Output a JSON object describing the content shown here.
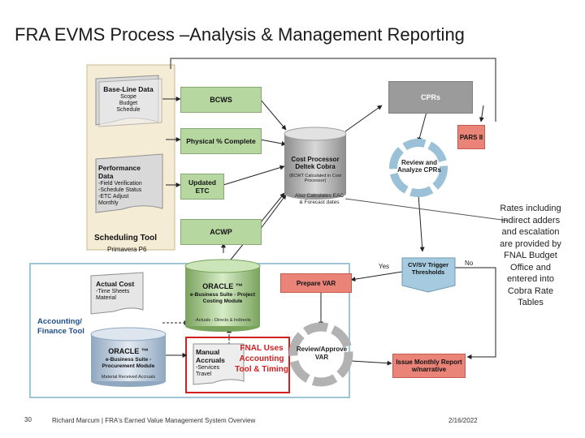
{
  "title": "FRA EVMS Process –Analysis & Management Reporting",
  "scheduling": {
    "baseline": {
      "title": "Base-Line Data",
      "items": [
        "Scope",
        "Budget",
        "Schedule"
      ]
    },
    "performance": {
      "title": "Performance Data",
      "items": [
        "-Field Verification",
        "-Schedule Status",
        "-ETC Adjust",
        "Monthly"
      ]
    },
    "tool_label": "Scheduling Tool",
    "tool_sub": "Primavera P6"
  },
  "boxes": {
    "bcws": "BCWS",
    "physical": "Physical % Complete",
    "updated_etc": "Updated ETC",
    "acwp": "ACWP",
    "cprs": "CPRs",
    "pars": "PARS II",
    "prepare_var": "Prepare VAR",
    "issue_report": "Issue Monthly Report w/narrative"
  },
  "cost_processor": {
    "title": "Cost Processor Deltek Cobra",
    "sub": "(BCWT Calculated in Cost Processor)",
    "note": "Also Calculates EAC & Forecast dates"
  },
  "review_cprs": "Review and Analyze CPRs",
  "trigger": {
    "label": "CV/SV Trigger Thresholds",
    "yes": "Yes",
    "no": "No"
  },
  "review_var": "Review/Approve VAR",
  "finance": {
    "label": "Accounting/ Finance Tool",
    "actual_cost": {
      "title": "Actual Cost",
      "items": [
        "-Time Sheets",
        "Material"
      ]
    },
    "oracle_pc": {
      "title": "ORACLE ™",
      "sub": "e-Business Suite - Project Costing Module",
      "foot": "-Actuals - Directs & Indirects"
    },
    "oracle_proc": {
      "title": "ORACLE ™",
      "sub": "e-Business Suite - Procurement Module",
      "foot": "Material Received Accruals"
    },
    "manual": {
      "title": "Manual Accruals",
      "items": [
        "-Services",
        "Travel"
      ]
    }
  },
  "fnal_note": "FNAL Uses Accounting Tool & Timing",
  "rates_note": "Rates including indirect adders and escalation are provided by FNAL Budget Office and entered into Cobra Rate Tables",
  "footer": {
    "page": "30",
    "center": "Richard Marcum | FRA's Earned Value Management System Overview",
    "date": "2/16/2022"
  }
}
